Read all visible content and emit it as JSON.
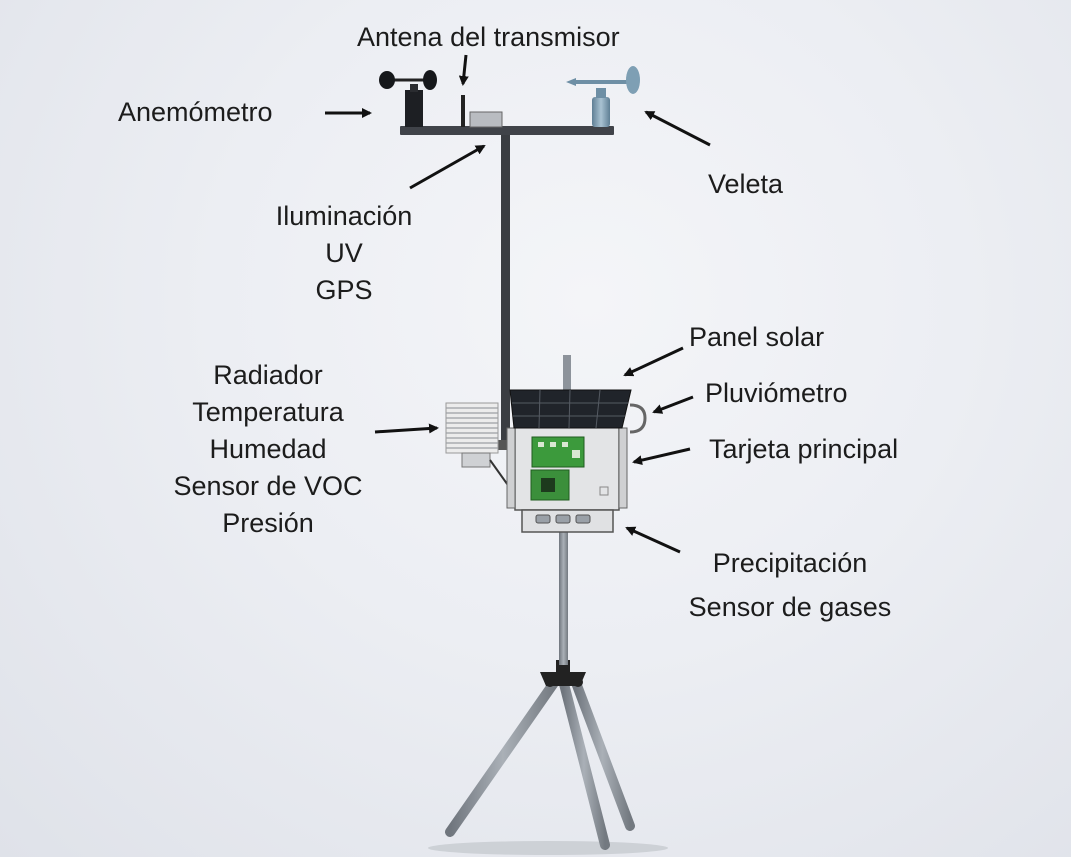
{
  "labels": {
    "antenna": "Antena del transmisor",
    "anemometer": "Anemómetro",
    "vane": "Veleta",
    "top_sensors": [
      "Iluminación",
      "UV",
      "GPS"
    ],
    "solar_panel": "Panel solar",
    "rain_gauge": "Pluviómetro",
    "main_board": "Tarjeta principal",
    "radiator": [
      "Radiador",
      "Temperatura",
      "Humedad",
      "Sensor de VOC",
      "Presión"
    ],
    "bottom_sensors": [
      "Precipitación",
      "Sensor de gases"
    ]
  },
  "colors": {
    "text": "#1c1c1c",
    "arrow": "#111111",
    "pole": "#3a3d42",
    "pipe": "#8d939b",
    "panel": "#20242a",
    "board": "#3c9a3c",
    "enclosure": "#e3e4e6",
    "vane": "#7e9fb4"
  }
}
